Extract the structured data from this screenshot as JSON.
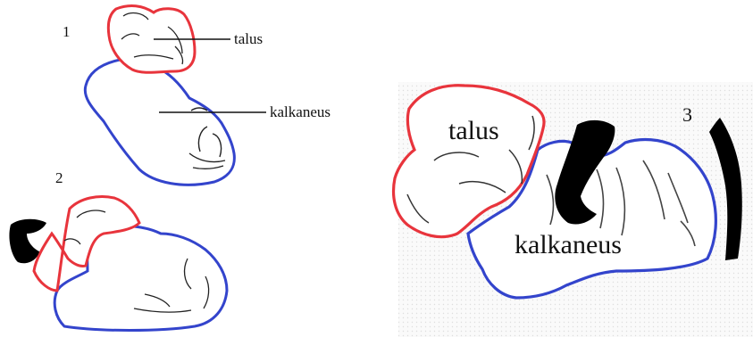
{
  "colors": {
    "talus_outline": "#e8343c",
    "kalkaneus_outline": "#3344cc",
    "bone_fill": "#ffffff",
    "sketch": "#222222",
    "shadow": "#000000",
    "paper_dots": "#e2e2e2"
  },
  "figure_1": {
    "number": "1",
    "label_talus": "talus",
    "label_kalkaneus": "kalkaneus"
  },
  "figure_2": {
    "number": "2"
  },
  "figure_3": {
    "number": "3",
    "label_talus": "talus",
    "label_kalkaneus": "kalkaneus"
  }
}
